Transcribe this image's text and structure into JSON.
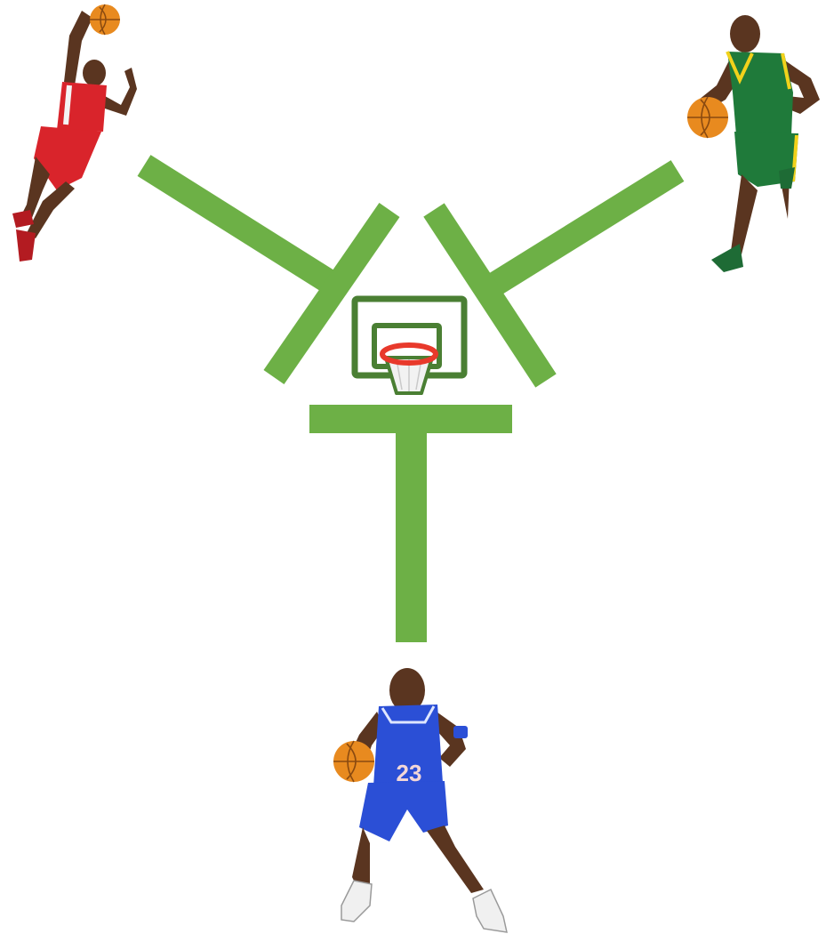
{
  "colors": {
    "background": "#ffffff",
    "arm": "#6db046",
    "hoop_backboard": "#4a7f33",
    "rim": "#e8392b",
    "net": "#f2f2f2",
    "ball": "#e88a1f",
    "ball_seam": "#8a4a10",
    "skin": "#5a3520",
    "red_uniform": "#d9242b",
    "green_uniform": "#1f7a3a",
    "green_trim": "#f2d21b",
    "blue_uniform": "#2b4fd6",
    "shoe_white": "#f0f0f0"
  },
  "icons": {
    "hoop": "basketball-hoop-icon",
    "players": [
      "red-jersey-player-dunking",
      "green-jersey-player-dribbling",
      "blue-jersey-player-ready"
    ]
  },
  "players": {
    "blue": {
      "jersey_number": "23"
    }
  }
}
